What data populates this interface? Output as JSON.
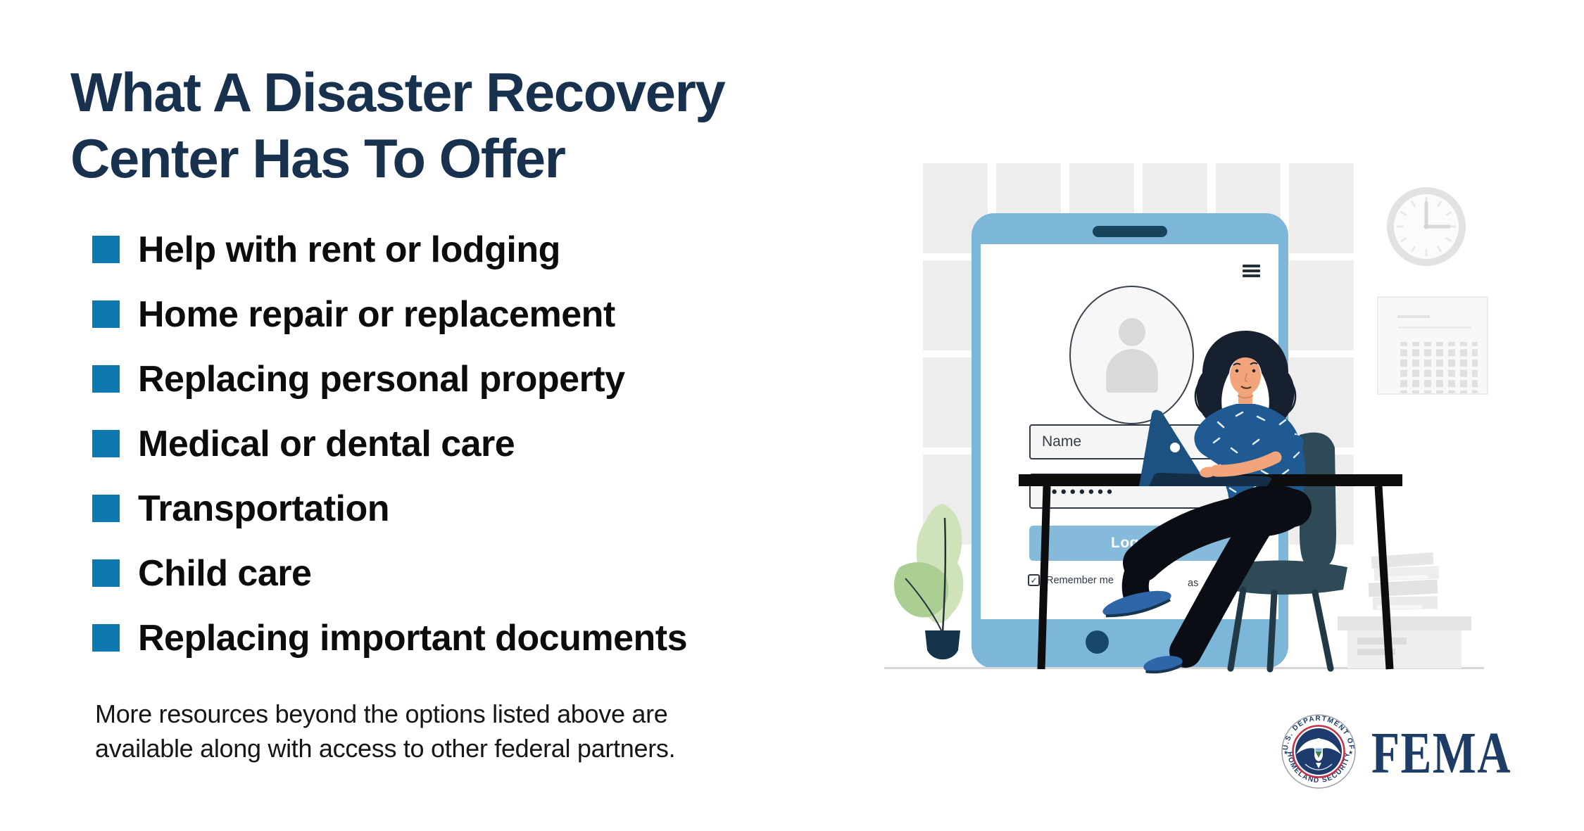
{
  "title": {
    "line1": "What A Disaster Recovery",
    "line2": "Center Has To Offer"
  },
  "offers": [
    "Help with rent or lodging",
    "Home repair or replacement",
    "Replacing personal property",
    "Medical or dental care",
    "Transportation",
    "Child care",
    "Replacing important documents"
  ],
  "footnote": {
    "line1": "More resources beyond the options listed above are",
    "line2": "available along with access to other federal partners."
  },
  "login_screen": {
    "name_placeholder": "Name",
    "password_mask": "●●●●●●●●",
    "login_button_label": "Log In",
    "remember_me_label": "Remember me",
    "checkbox_check": "✓",
    "obscured_text_fragment": "as"
  },
  "branding": {
    "agency_name": "FEMA",
    "seal_text_top": "U.S. DEPARTMENT OF",
    "seal_text_bottom": "HOMELAND SECURITY"
  },
  "colors": {
    "title_navy": "#17314e",
    "bullet_blue": "#0e78b0",
    "tablet_frame_blue": "#7cb7d9",
    "login_button_blue": "#85badb",
    "home_button_navy": "#17486b",
    "fema_navy": "#1d3c66"
  }
}
